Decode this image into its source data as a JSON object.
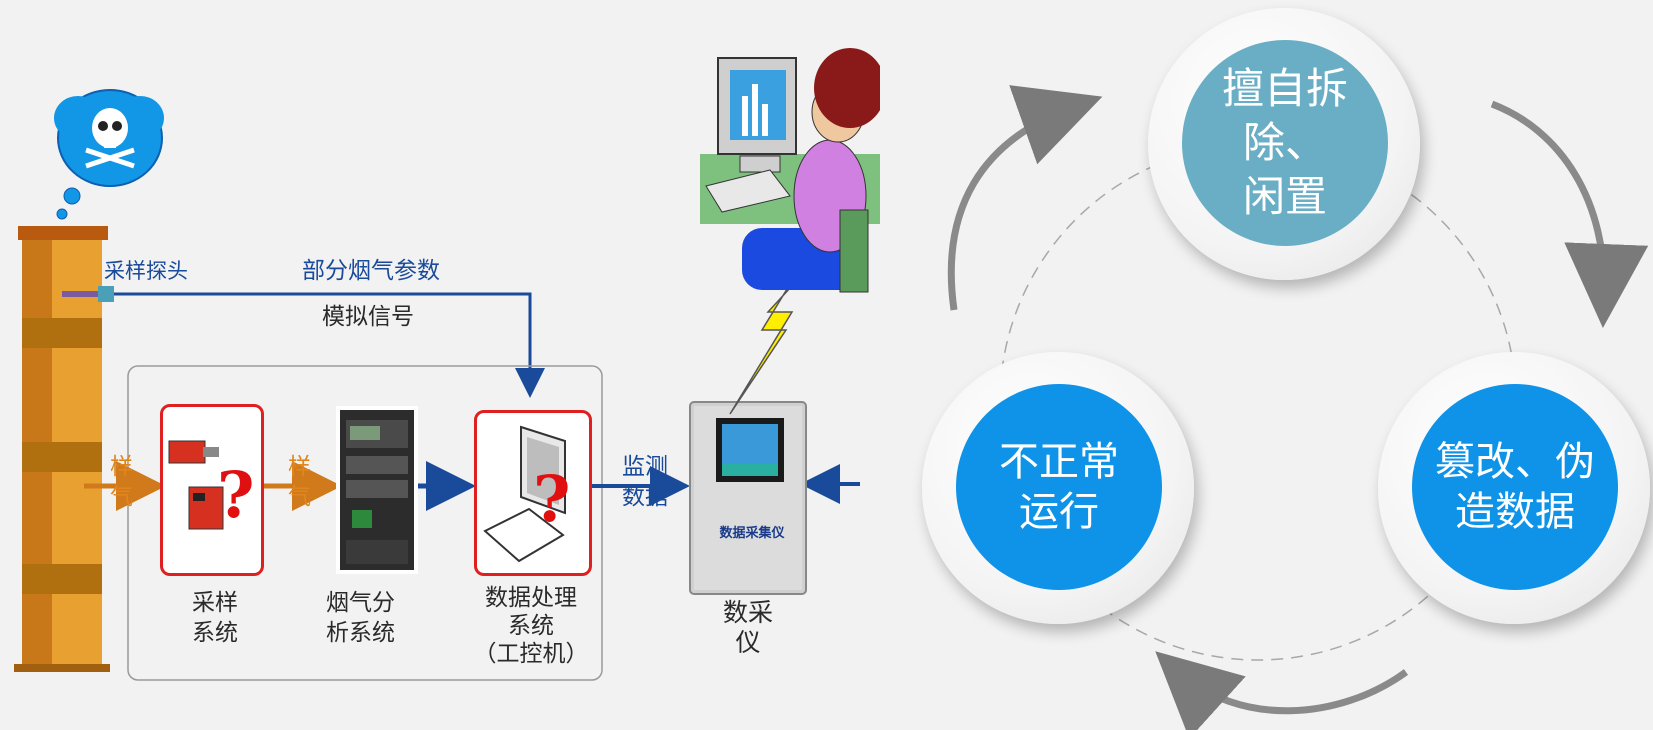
{
  "diagram": {
    "probe_label": "采样探头",
    "flue_params_label": "部分烟气参数",
    "analog_label": "模拟信号",
    "sample_gas_1": "样\n气",
    "sample_gas_2": "样\n气",
    "monitor_data_label": "监测\n数据",
    "sampling_system_label": "采样\n系统",
    "gas_analysis_label": "烟气分\n析系统",
    "data_processing_label": "数据处理\n系统\n（工控机）",
    "collector_label": "数采\n仪",
    "collector_plate": "数据采集仪"
  },
  "cycle": {
    "top": "擅自拆除、\n闲置",
    "left": "不正常\n运行",
    "right": "篡改、伪\n造数据",
    "colors": {
      "top": "#6aaec6",
      "left": "#0f93e8",
      "right": "#0f93e8"
    }
  }
}
